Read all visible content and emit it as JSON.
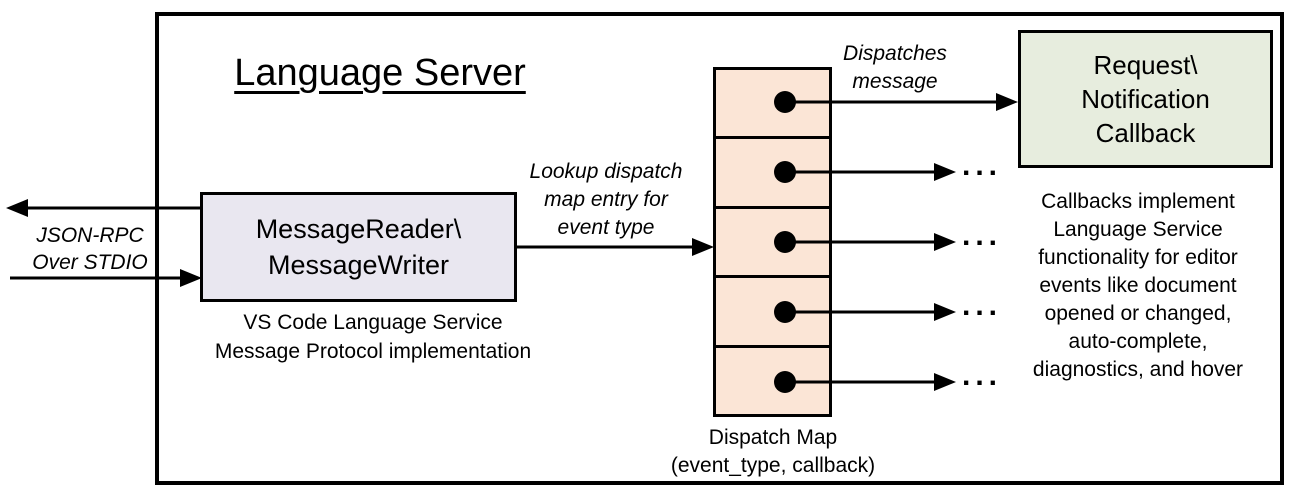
{
  "title": "Language Server",
  "io_channel": {
    "line1": "JSON-RPC",
    "line2": "Over STDIO"
  },
  "message_box": {
    "line1": "MessageReader\\",
    "line2": "MessageWriter",
    "caption_line1": "VS Code Language Service",
    "caption_line2": "Message Protocol implementation"
  },
  "lookup_annotation": {
    "line1": "Lookup dispatch",
    "line2": "map entry for",
    "line3": "event type"
  },
  "dispatch_map": {
    "label_line1": "Dispatch Map",
    "label_line2": "(event_type, callback)",
    "row_count": 5
  },
  "dispatches_annotation": {
    "line1": "Dispatches",
    "line2": "message"
  },
  "callback_box": {
    "line1": "Request\\",
    "line2": "Notification",
    "line3": "Callback"
  },
  "callbacks_note": {
    "lines": [
      "Callbacks implement",
      "Language Service",
      "functionality for editor",
      "events like document",
      "opened or changed,",
      "auto-complete,",
      "diagnostics, and hover"
    ]
  },
  "ellipsis": "...",
  "colors": {
    "border": "#000000",
    "background": "#FFFFFF",
    "message_box_fill": "#E9E7F0",
    "dispatch_map_fill": "#FBE5D6",
    "callback_box_fill": "#E7EDDE"
  }
}
